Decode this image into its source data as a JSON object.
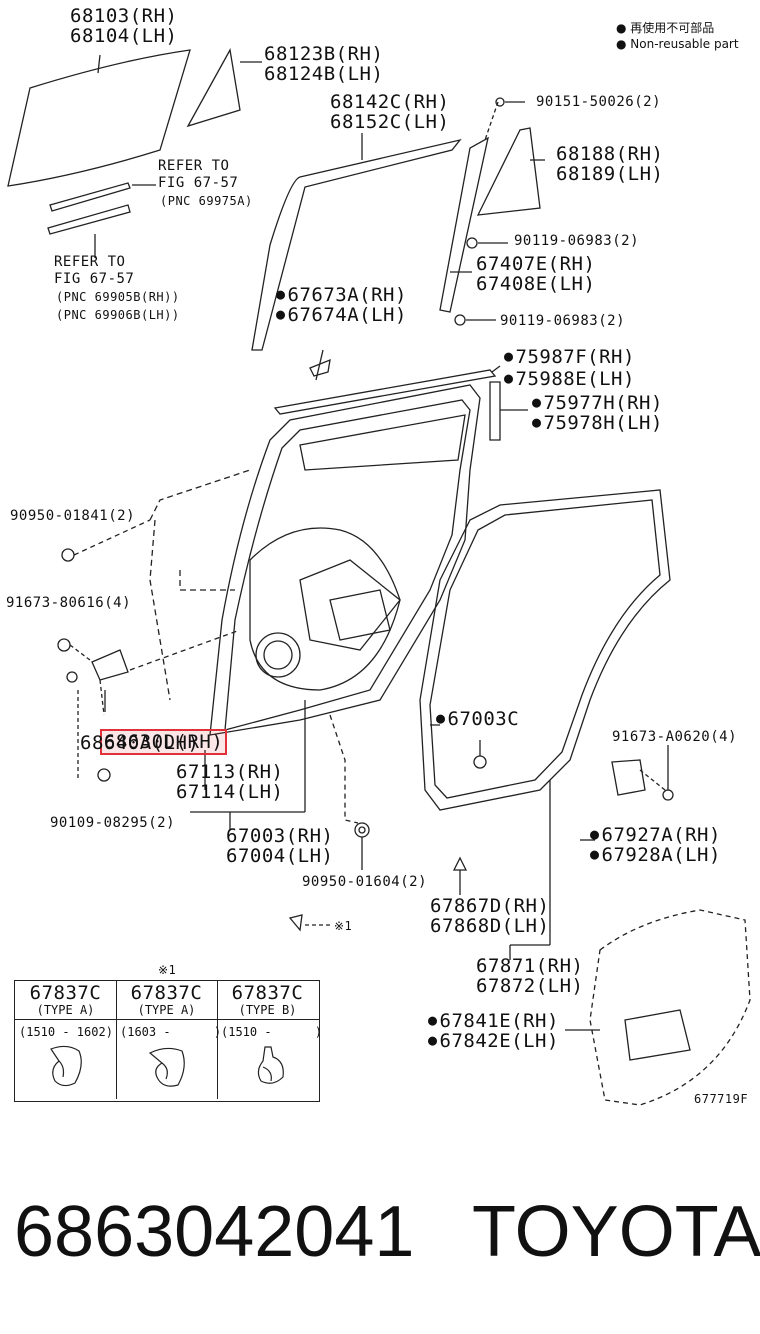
{
  "legend": {
    "line1": "● 再使用不可部品",
    "line2": "● Non-reusable part"
  },
  "labels": {
    "p68103": "68103(RH)",
    "p68104": "68104(LH)",
    "p68123": "68123B(RH)",
    "p68124": "68124B(LH)",
    "refer1_line1": "REFER TO",
    "refer1_line2": "FIG 67-57",
    "refer1_line3": "(PNC 69975A)",
    "p68142": "68142C(RH)",
    "p68152": "68152C(LH)",
    "p90151": "90151-50026(2)",
    "p68188": "68188(RH)",
    "p68189": "68189(LH)",
    "p90119a": "90119-06983(2)",
    "refer2_line1": "REFER TO",
    "refer2_line2": "FIG 67-57",
    "refer2_line3": "(PNC 69905B(RH))",
    "refer2_line4": "(PNC 69906B(LH))",
    "p67407": "67407E(RH)",
    "p67408": "67408E(LH)",
    "p67673": "67673A(RH)",
    "p67674": "67674A(LH)",
    "p90119b": "90119-06983(2)",
    "p75987": "75987F(RH)",
    "p75988": "75988E(LH)",
    "p75977": "75977H(RH)",
    "p75978": "75978H(LH)",
    "p90950a": "90950-01841(2)",
    "p91673a": "91673-80616(4)",
    "p68630": "68630D(RH)",
    "p68640": "68640A(LH)",
    "p67003c": "67003C",
    "p91673b": "91673-A0620(4)",
    "p67113": "67113(RH)",
    "p67114": "67114(LH)",
    "p90109": "90109-08295(2)",
    "p67003": "67003(RH)",
    "p67004": "67004(LH)",
    "p67927": "67927A(RH)",
    "p67928": "67928A(LH)",
    "p90950b": "90950-01604(2)",
    "note1": "※1",
    "p67867": "67867D(RH)",
    "p67868": "67868D(LH)",
    "p67871": "67871(RH)",
    "p67872": "67872(LH)",
    "p67841": "67841E(RH)",
    "p67842": "67842E(LH)",
    "fig_code": "677719F"
  },
  "table": {
    "note": "※1",
    "columns": [
      {
        "code": "67837C",
        "type": "(TYPE A)",
        "range": "(1510 - 1602)"
      },
      {
        "code": "67837C",
        "type": "(TYPE A)",
        "range": "(1603 -      )"
      },
      {
        "code": "67837C",
        "type": "(TYPE B)",
        "range": "(1510 -      )"
      }
    ]
  },
  "footer": {
    "part_number": "6863042041",
    "brand": "TOYOTA"
  },
  "colors": {
    "highlight": "#e0303a",
    "ink": "#111111"
  }
}
